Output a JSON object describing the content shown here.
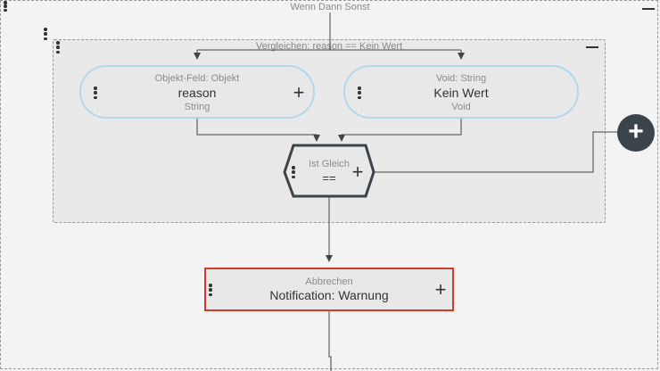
{
  "outer": {
    "title": "Wenn Dann Sonst"
  },
  "compare_group": {
    "title": "Vergleichen: reason == Kein Wert"
  },
  "left_node": {
    "category": "Objekt-Feld: Objekt",
    "name": "reason",
    "type": "String"
  },
  "right_node": {
    "category": "Void: String",
    "name": "Kein Wert",
    "type": "Void"
  },
  "operator_node": {
    "category": "Ist Gleich",
    "symbol": "=="
  },
  "action_node": {
    "category": "Abbrechen",
    "name": "Notification: Warnung"
  },
  "icons": {
    "collapse": "minus-icon",
    "menu": "vertical-dots-icon",
    "add": "plus-icon"
  },
  "colors": {
    "pill_border": "#b4d8ea",
    "action_border": "#d43a2a",
    "add_button_bg": "#3b434b",
    "connector": "#444444"
  }
}
